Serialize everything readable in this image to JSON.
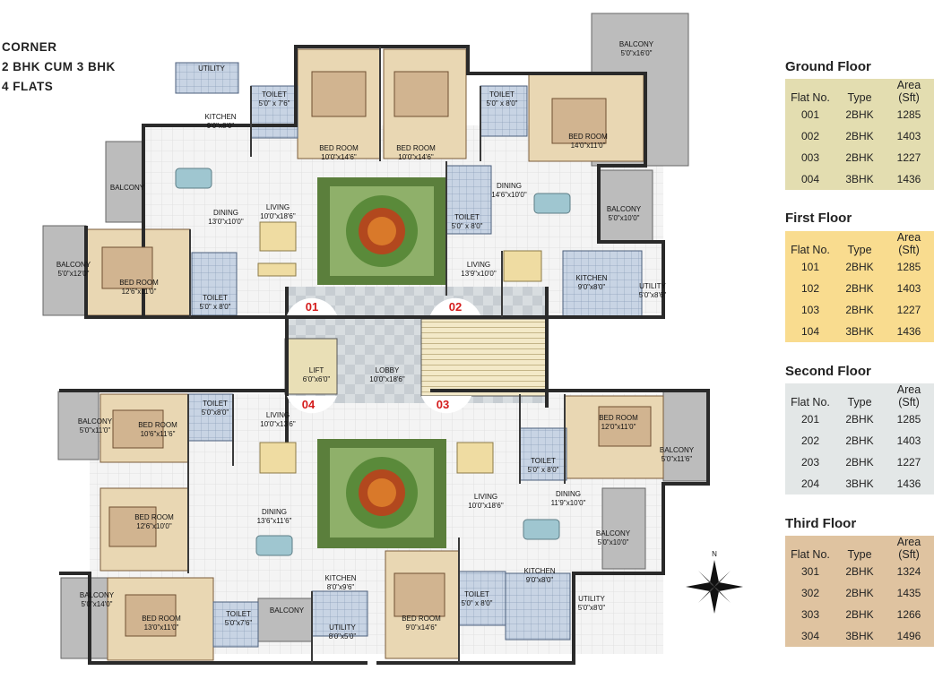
{
  "heading": {
    "line1": "CORNER",
    "line2": "2 BHK CUM 3 BHK",
    "line3": "4 FLATS"
  },
  "compass": {
    "north": "N"
  },
  "table_headers": {
    "flat_no": "Flat No.",
    "type": "Type",
    "area_line1": "Area",
    "area_line2": "(Sft)"
  },
  "floors": [
    {
      "title": "Ground Floor",
      "rows": [
        [
          "001",
          "2BHK",
          "1285"
        ],
        [
          "002",
          "2BHK",
          "1403"
        ],
        [
          "003",
          "2BHK",
          "1227"
        ],
        [
          "004",
          "3BHK",
          "1436"
        ]
      ]
    },
    {
      "title": "First Floor",
      "rows": [
        [
          "101",
          "2BHK",
          "1285"
        ],
        [
          "102",
          "2BHK",
          "1403"
        ],
        [
          "103",
          "2BHK",
          "1227"
        ],
        [
          "104",
          "3BHK",
          "1436"
        ]
      ]
    },
    {
      "title": "Second Floor",
      "rows": [
        [
          "201",
          "2BHK",
          "1285"
        ],
        [
          "202",
          "2BHK",
          "1403"
        ],
        [
          "203",
          "2BHK",
          "1227"
        ],
        [
          "204",
          "3BHK",
          "1436"
        ]
      ]
    },
    {
      "title": "Third Floor",
      "rows": [
        [
          "301",
          "2BHK",
          "1324"
        ],
        [
          "302",
          "2BHK",
          "1435"
        ],
        [
          "303",
          "2BHK",
          "1266"
        ],
        [
          "304",
          "3BHK",
          "1496"
        ]
      ]
    }
  ],
  "flat_numbers": {
    "f01": "01",
    "f02": "02",
    "f03": "03",
    "f04": "04"
  },
  "rooms": {
    "utility_a": {
      "name": "UTILITY",
      "dim": ""
    },
    "kitchen_01": {
      "name": "KITCHEN",
      "dim": "9'0\"x8'0\""
    },
    "toilet_01a": {
      "name": "TOILET",
      "dim": "5'0\" x 7'6\""
    },
    "bed_01a": {
      "name": "BED ROOM",
      "dim": "10'0\"x14'6\""
    },
    "bed_02a": {
      "name": "BED ROOM",
      "dim": "10'0\"x14'6\""
    },
    "toilet_02a": {
      "name": "TOILET",
      "dim": "5'0\" x 8'0\""
    },
    "balcony_02a": {
      "name": "BALCONY",
      "dim": "5'0\"x16'0\""
    },
    "bed_02b": {
      "name": "BED ROOM",
      "dim": "14'0\"x11'0\""
    },
    "balcony_01a": {
      "name": "BALCONY",
      "dim": ""
    },
    "dining_01": {
      "name": "DINING",
      "dim": "13'0\"x10'0\""
    },
    "living_01": {
      "name": "LIVING",
      "dim": "10'0\"x18'6\""
    },
    "dining_02": {
      "name": "DINING",
      "dim": "14'6\"x10'0\""
    },
    "toilet_02b": {
      "name": "TOILET",
      "dim": "5'0\" x 8'0\""
    },
    "balcony_02b": {
      "name": "BALCONY",
      "dim": "5'0\"x10'0\""
    },
    "balcony_01b": {
      "name": "BALCONY",
      "dim": "5'0\"x12'0\""
    },
    "bed_01b": {
      "name": "BED ROOM",
      "dim": "12'6\"x11'0\""
    },
    "toilet_01b": {
      "name": "TOILET",
      "dim": "5'0\" x 8'0\""
    },
    "living_02": {
      "name": "LIVING",
      "dim": "13'9\"x10'0\""
    },
    "kitchen_02": {
      "name": "KITCHEN",
      "dim": "9'0\"x8'0\""
    },
    "utility_02": {
      "name": "UTILITY",
      "dim": "5'0\"x8'6\""
    },
    "lift": {
      "name": "LIFT",
      "dim": "6'0\"x6'0\""
    },
    "lobby": {
      "name": "LOBBY",
      "dim": "10'0\"x18'6\""
    },
    "balcony_04a": {
      "name": "BALCONY",
      "dim": "5'0\"x11'0\""
    },
    "bed_04a": {
      "name": "BED ROOM",
      "dim": "10'6\"x11'6\""
    },
    "toilet_04a": {
      "name": "TOILET",
      "dim": "5'0\"x8'0\""
    },
    "living_04": {
      "name": "LIVING",
      "dim": "10'0\"x13'6\""
    },
    "bed_03a": {
      "name": "BED ROOM",
      "dim": "12'0\"x11'0\""
    },
    "balcony_03a": {
      "name": "BALCONY",
      "dim": "5'0\"x11'6\""
    },
    "toilet_03a": {
      "name": "TOILET",
      "dim": "5'0\" x 8'0\""
    },
    "bed_04b": {
      "name": "BED ROOM",
      "dim": "12'6\"x10'0\""
    },
    "dining_04": {
      "name": "DINING",
      "dim": "13'6\"x11'6\""
    },
    "living_03": {
      "name": "LIVING",
      "dim": "10'0\"x18'6\""
    },
    "dining_03": {
      "name": "DINING",
      "dim": "11'9\"x10'0\""
    },
    "balcony_03b": {
      "name": "BALCONY",
      "dim": "5'0\"x10'0\""
    },
    "balcony_04b": {
      "name": "BALCONY",
      "dim": "5'0\"x14'0\""
    },
    "bed_04c": {
      "name": "BED ROOM",
      "dim": "13'0\"x11'0\""
    },
    "toilet_04b": {
      "name": "TOILET",
      "dim": "5'0\"x7'6\""
    },
    "balcony_04c": {
      "name": "BALCONY",
      "dim": ""
    },
    "kitchen_04": {
      "name": "KITCHEN",
      "dim": "8'0\"x9'6\""
    },
    "utility_04": {
      "name": "UTILITY",
      "dim": "8'0\"x5'0\""
    },
    "bed_03b": {
      "name": "BED ROOM",
      "dim": "9'0\"x14'6\""
    },
    "toilet_03b": {
      "name": "TOILET",
      "dim": "5'0\" x 8'0\""
    },
    "kitchen_03": {
      "name": "KITCHEN",
      "dim": "9'0\"x8'0\""
    },
    "utility_03": {
      "name": "UTILITY",
      "dim": "5'0\"x8'0\""
    }
  }
}
